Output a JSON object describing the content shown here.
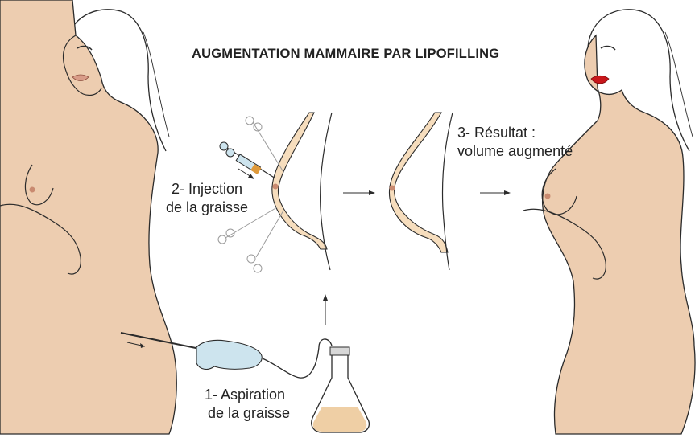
{
  "title": "AUGMENTATION MAMMAIRE PAR LIPOFILLING",
  "steps": {
    "aspiration": {
      "line1": "1- Aspiration",
      "line2": "de la graisse"
    },
    "injection": {
      "line1": "2- Injection",
      "line2": "de la graisse"
    },
    "result": {
      "line1": "3- Résultat :",
      "line2": "volume augmenté"
    }
  },
  "colors": {
    "skin": "#edcdb0",
    "fat": "#f6ddbd",
    "line": "#2b2b2b",
    "glove": "#cde4ee",
    "lips_after": "#c8171b",
    "lips_before": "#d99c88",
    "fluid": "#efcfa5"
  }
}
